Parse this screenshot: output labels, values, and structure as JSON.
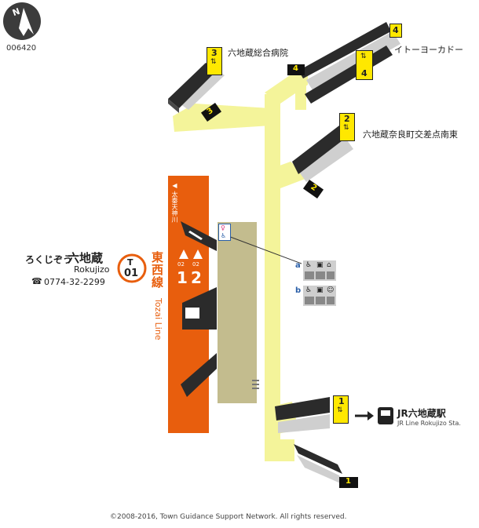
{
  "map_id": "006420",
  "compass": {
    "north_label": "N",
    "icon": "compass-north-arrow"
  },
  "station": {
    "line_code": "T",
    "station_number": "01",
    "name_kana": "ろくじぞう",
    "name_kanji": "六地蔵",
    "name_roman": "Rokujizo",
    "phone": "0774-32-2299",
    "line_name_jp": "東西線",
    "line_name_en": "Tozai Line",
    "line_color": "#e85e0d"
  },
  "platforms": {
    "direction_label": "◀ 太秦天神川",
    "tracks": [
      {
        "code": "02",
        "number": "1"
      },
      {
        "code": "02",
        "number": "2"
      }
    ]
  },
  "exits": [
    {
      "number": "1",
      "label": "JR六地蔵駅",
      "label_en": "JR Line Rokujizo Sta.",
      "facilities": [
        "escalator-icon",
        "elevator-icon"
      ]
    },
    {
      "number": "2",
      "label": "六地蔵奈良町交差点南東",
      "facilities": [
        "escalator-icon",
        "elevator-icon"
      ]
    },
    {
      "number": "3",
      "label": "六地蔵総合病院",
      "facilities": [
        "escalator-icon",
        "elevator-icon"
      ]
    },
    {
      "number": "4",
      "label": "イトーヨーカドー",
      "facilities": [
        "escalator-icon",
        "elevator-icon"
      ]
    }
  ],
  "legend": [
    {
      "letter": "a",
      "icons": [
        "wheelchair-icon",
        "toilet-icon",
        "parking-icon"
      ]
    },
    {
      "letter": "b",
      "icons": [
        "wheelchair-icon",
        "toilet-icon",
        "baby-icon"
      ]
    }
  ],
  "toilet_sign": "restroom-icon",
  "colors": {
    "passage": "#f4f49a",
    "platform": "#c3bc8e",
    "exit_marker": "#ffe800",
    "structure": "#2b2b2b",
    "shadow": "#cfcfcf"
  },
  "copyright": "©2008-2016, Town Guidance Support Network. All rights reserved."
}
